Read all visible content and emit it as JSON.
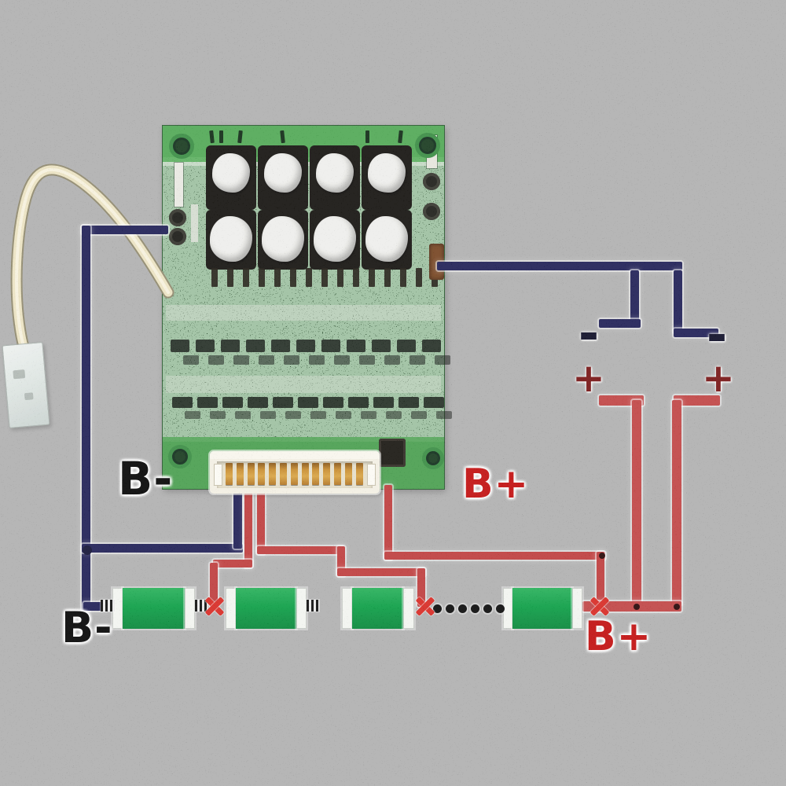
{
  "title": "BMS protection board wiring diagram",
  "background_color": "#b2b2b2",
  "labels": {
    "b_minus_top": "B-",
    "b_plus_top": "B+",
    "b_minus_bottom": "B-",
    "b_plus_bottom": "B+"
  },
  "battery_symbols": {
    "left": {
      "minus": "-",
      "plus": "+"
    },
    "right": {
      "minus": "-",
      "plus": "+"
    }
  },
  "connector": {
    "pin_count": 13
  },
  "battery_pack": {
    "visible_cells": 4,
    "ellipsis_dots": 6
  },
  "pcb": {
    "transistor_rows": 2,
    "transistors_per_row": 4,
    "mounting_holes": 4,
    "leg_count": 15,
    "resistors_per_band": 11
  },
  "colors": {
    "wire_negative": "#26265a",
    "wire_positive": "#c04343",
    "pcb_green": "#4a8a50",
    "cell_green": "#13a14b",
    "label_negative_color": "#0b0b0b",
    "label_positive_color": "#c31616",
    "junction_marker": "#d8302a",
    "sensor_wire": "#ebe3c3"
  }
}
